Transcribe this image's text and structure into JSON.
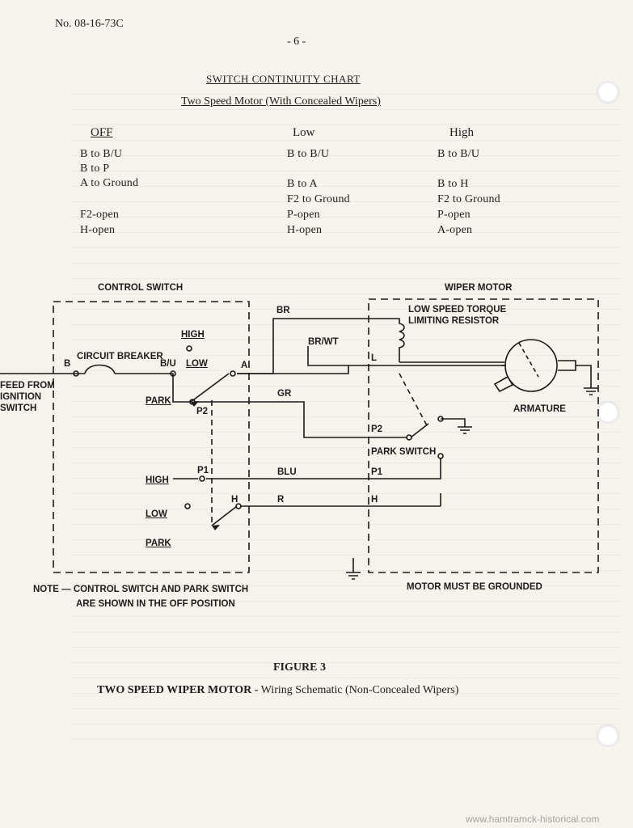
{
  "header": {
    "doc_number": "No. 08-16-73C",
    "page_number": "- 6 -"
  },
  "chart": {
    "title": "SWITCH CONTINUITY CHART",
    "subtitle": "Two Speed Motor (With Concealed Wipers)",
    "columns": [
      {
        "heading": "OFF",
        "entries": [
          "B to B/U",
          "B to P",
          "A to Ground",
          "",
          "F2-open",
          "H-open"
        ]
      },
      {
        "heading": "Low",
        "entries": [
          "B to B/U",
          "",
          "B to A",
          "F2 to Ground",
          "P-open",
          "H-open"
        ]
      },
      {
        "heading": "High",
        "entries": [
          "B to B/U",
          "",
          "B to H",
          "F2 to Ground",
          "P-open",
          "A-open"
        ]
      }
    ]
  },
  "schematic": {
    "control_switch_label": "CONTROL SWITCH",
    "wiper_motor_label": "WIPER MOTOR",
    "feed_label_1": "FEED FROM",
    "feed_label_2": "IGNITION",
    "feed_label_3": "SWITCH",
    "circuit_breaker": "CIRCUIT BREAKER",
    "term_b": "B",
    "term_bu": "B/U",
    "pos_high_top": "HIGH",
    "pos_low_top": "LOW",
    "pos_park_top": "PARK",
    "term_a": "A",
    "term_p2_left": "P2",
    "pos_high_bottom": "HIGH",
    "pos_low_bottom": "LOW",
    "pos_park_bottom": "PARK",
    "term_p1_left": "P1",
    "term_h": "H",
    "wire_br": "BR",
    "wire_brwt": "BR/WT",
    "wire_gr": "GR",
    "wire_blu": "BLU",
    "wire_r": "R",
    "resistor_label_1": "LOW SPEED TORQUE",
    "resistor_label_2": "LIMITING RESISTOR",
    "term_l": "L",
    "term_p2_right": "P2",
    "park_switch": "PARK SWITCH",
    "term_p1_right": "P1",
    "term_h_right": "H",
    "armature": "ARMATURE",
    "note_1": "NOTE — CONTROL SWITCH AND PARK SWITCH",
    "note_2": "ARE SHOWN IN THE OFF POSITION",
    "ground_note": "MOTOR MUST BE GROUNDED"
  },
  "figure": {
    "number": "FIGURE 3",
    "caption_bold": "TWO SPEED WIPER MOTOR -",
    "caption_rest": " Wiring Schematic (Non-Concealed Wipers)"
  },
  "footer": {
    "url": "www.hamtramck-historical.com"
  }
}
